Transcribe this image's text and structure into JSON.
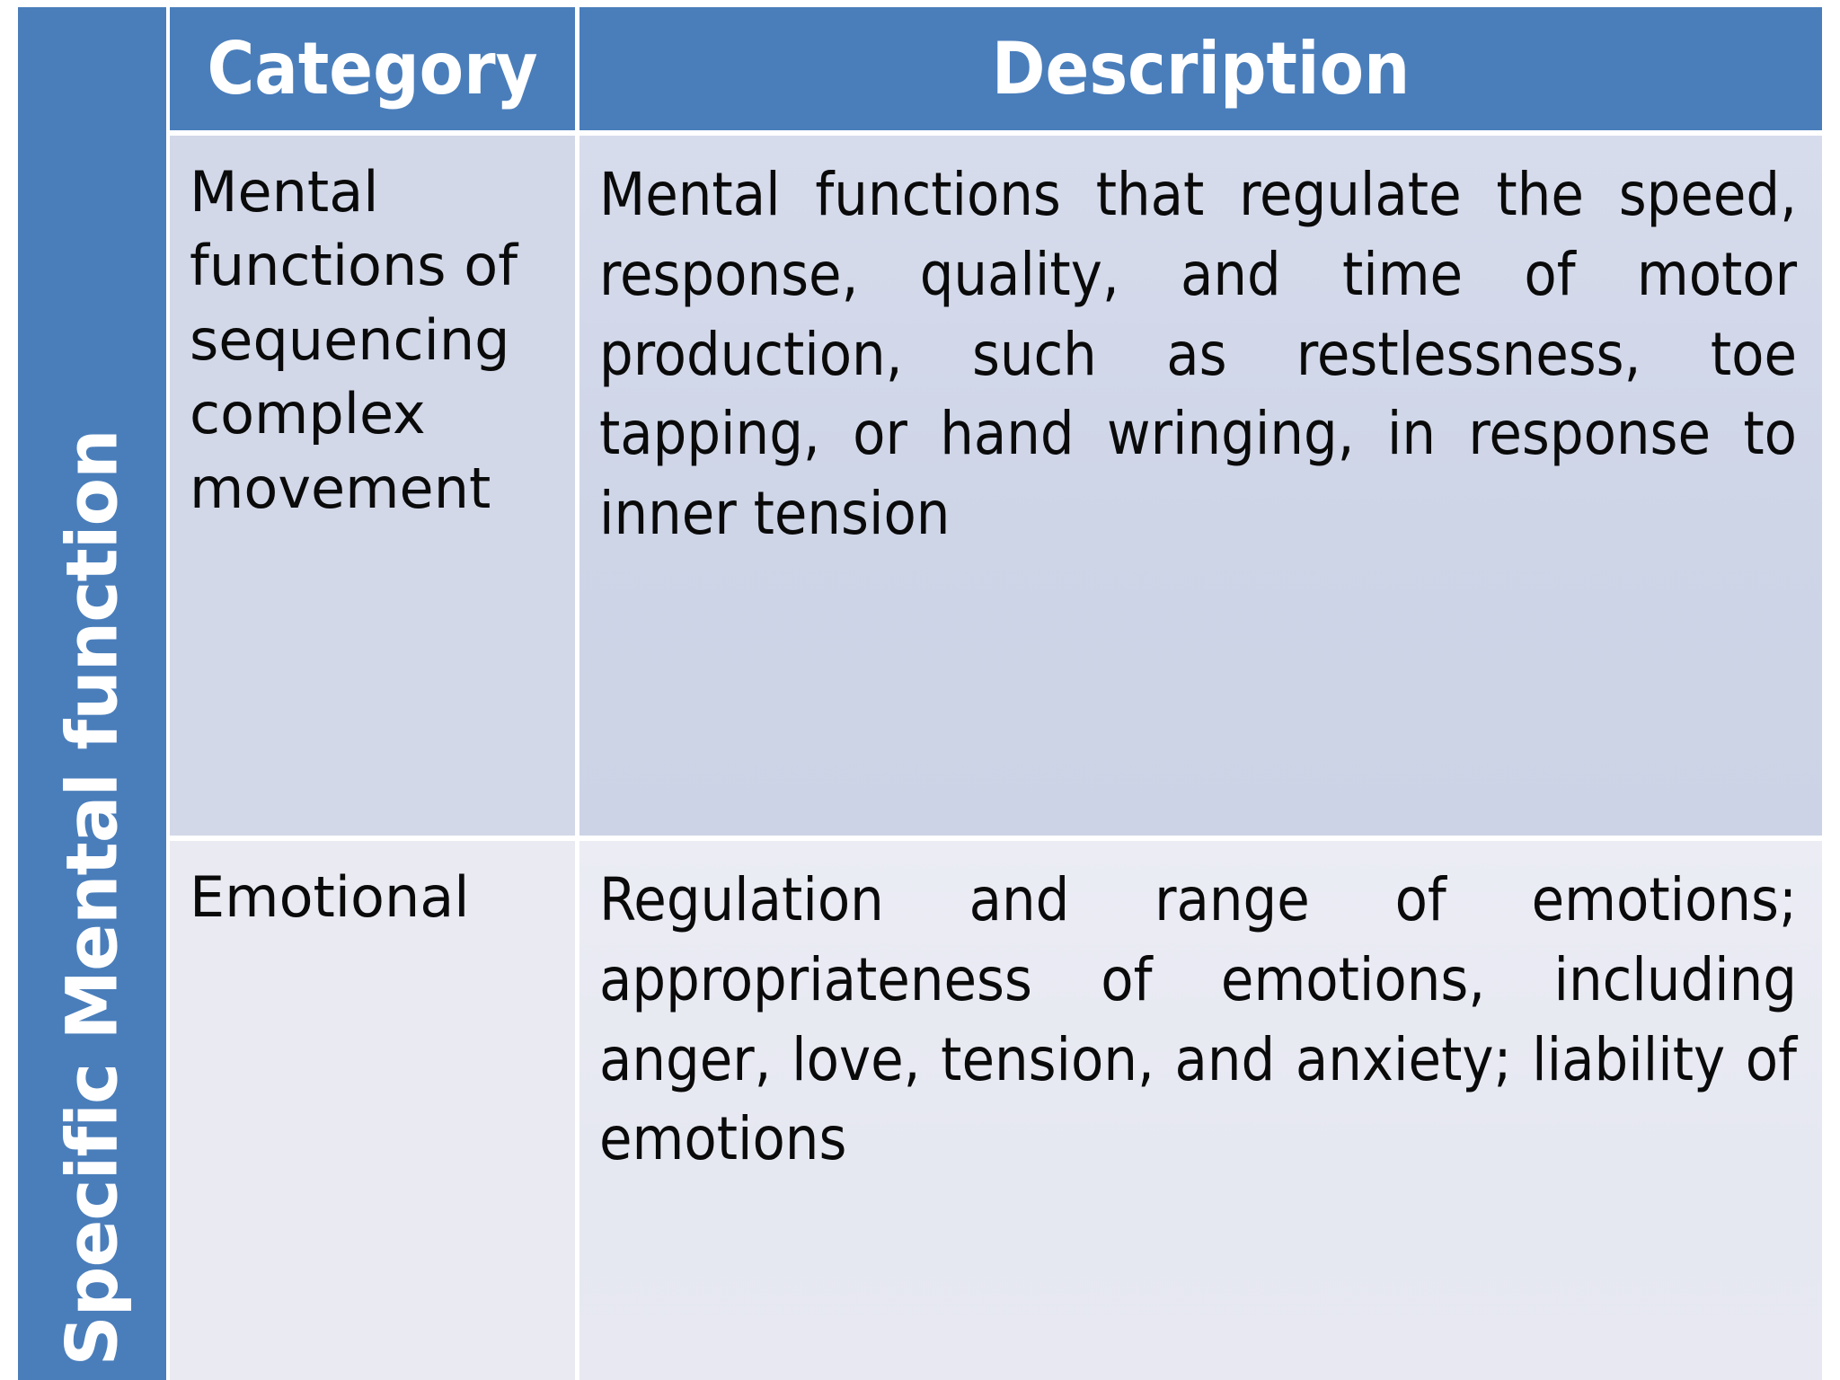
{
  "theme": {
    "accent_blue": "#4a7ebb",
    "row1_bg": "#d2d8e8",
    "row2_bg": "#e9eaf2",
    "header_text_color": "#ffffff",
    "body_text_color": "#0a0a0a"
  },
  "table": {
    "row_header_label": "Specific Mental function",
    "columns": [
      {
        "key": "category",
        "label": "Category"
      },
      {
        "key": "description",
        "label": "Description"
      }
    ],
    "rows": [
      {
        "category": "Mental functions of sequencing complex movement",
        "description": "Mental functions that regulate the speed, response, quality, and time of motor production, such as restlessness, toe tapping, or hand wringing, in response to inner tension"
      },
      {
        "category": "Emotional",
        "description": "Regulation and range of emotions; appropriateness of emotions, including anger, love, tension, and anxiety; liability of emotions"
      }
    ]
  }
}
